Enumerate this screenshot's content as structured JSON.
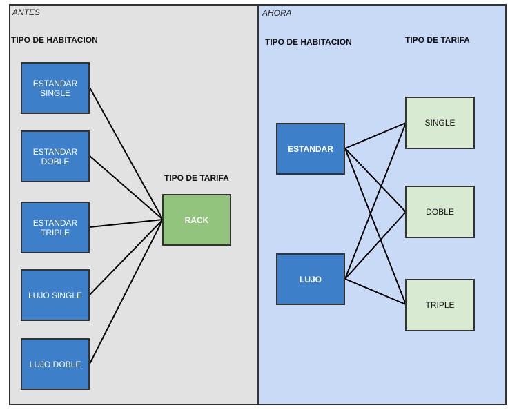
{
  "antes": {
    "title": "ANTES",
    "room_heading": "TIPO DE HABITACION",
    "tariff_heading": "TIPO DE TARIFA",
    "rooms": [
      {
        "line1": "ESTANDAR",
        "line2": "SINGLE"
      },
      {
        "line1": "ESTANDAR",
        "line2": "DOBLE"
      },
      {
        "line1": "ESTANDAR",
        "line2": "TRIPLE"
      },
      {
        "line1": "LUJO SINGLE",
        "line2": ""
      },
      {
        "line1": "LUJO DOBLE",
        "line2": ""
      }
    ],
    "tariff": "RACK"
  },
  "ahora": {
    "title": "AHORA",
    "room_heading": "TIPO DE HABITACION",
    "tariff_heading": "TIPO DE TARIFA",
    "rooms": [
      "ESTANDAR",
      "LUJO"
    ],
    "tariffs": [
      "SINGLE",
      "DOBLE",
      "TRIPLE"
    ]
  },
  "colors": {
    "room_box": "#3d7fc9",
    "rack_box": "#93c47d",
    "tariff_box": "#d9ead3",
    "antes_bg": "#e2e2e2",
    "ahora_bg": "#c9daf7"
  }
}
